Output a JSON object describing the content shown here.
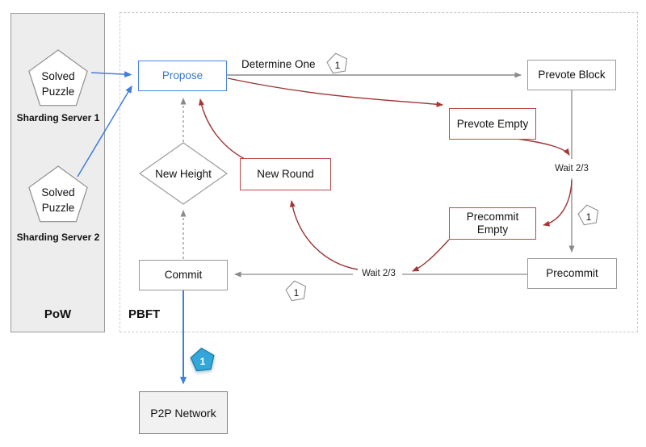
{
  "pow": {
    "label": "PoW",
    "servers": [
      {
        "puzzle_line1": "Solved",
        "puzzle_line2": "Puzzle",
        "caption": "Sharding Server 1"
      },
      {
        "puzzle_line1": "Solved",
        "puzzle_line2": "Puzzle",
        "caption": "Sharding Server 2"
      }
    ]
  },
  "pbft": {
    "label": "PBFT",
    "nodes": {
      "propose": "Propose",
      "prevote_block": "Prevote Block",
      "prevote_empty": "Prevote Empty",
      "new_height": "New Height",
      "new_round": "New Round",
      "precommit_empty": "Precommit Empty",
      "precommit": "Precommit",
      "commit": "Commit"
    },
    "edge_labels": {
      "determine_one": "Determine One",
      "wait_top": "Wait 2/3",
      "wait_bottom": "Wait 2/3"
    }
  },
  "p2p": {
    "label": "P2P Network"
  },
  "tokens": {
    "value": "1"
  },
  "colors": {
    "blue_accent": "#3f7de0",
    "red_line": "#9a3434",
    "red_box_border": "#bb4a4a",
    "gray_line": "#8a8a8a",
    "cyan_token_fill": "#33a7d9",
    "pow_panel_fill": "#ededed"
  }
}
